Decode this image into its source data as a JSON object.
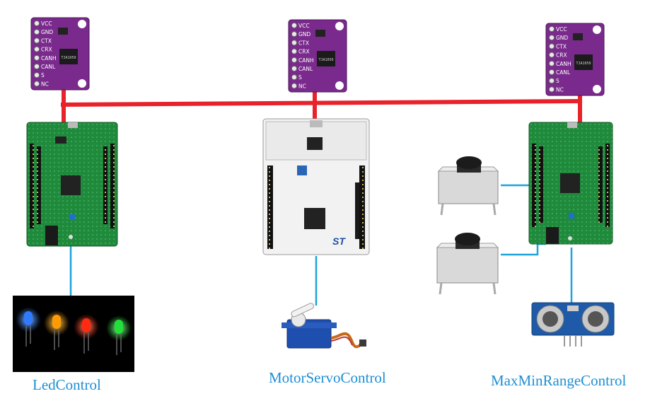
{
  "colors": {
    "can_bus": "#e8222b",
    "signal_wire": "#1ea3dc",
    "caption_text": "#1e8fd3",
    "transceiver_board": "#7a2a8c",
    "discovery_board": "#1f8a3c",
    "nucleo_board": "#f2f2f2"
  },
  "transceiver_pins": [
    "VCC",
    "GND",
    "CTX",
    "CRX",
    "CANH",
    "CANL",
    "S",
    "NC"
  ],
  "transceiver_chip_text": "TJA1050",
  "nucleo_logo": "ST",
  "nodes": [
    {
      "id": "led",
      "label": "LedControl",
      "board": "discovery",
      "peripherals": [
        "led-strip"
      ]
    },
    {
      "id": "motor",
      "label": "MotorServoControl",
      "board": "nucleo",
      "peripherals": [
        "servo-motor"
      ]
    },
    {
      "id": "maxmin",
      "label": "MaxMinRangeControl",
      "board": "discovery",
      "peripherals": [
        "push-button",
        "push-button",
        "ultrasonic-sensor"
      ]
    }
  ],
  "led_colors": [
    "#2f7bff",
    "#ff9a00",
    "#ff2a10",
    "#22e03a"
  ]
}
